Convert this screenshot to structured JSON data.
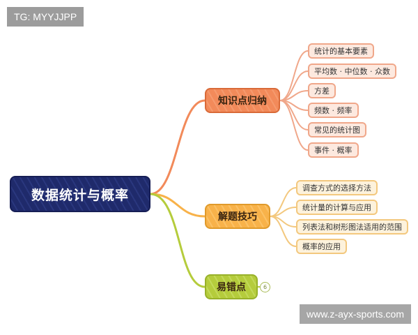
{
  "header_tag": "TG: MYYJJPP",
  "watermark": "www.z-ayx-sports.com",
  "colors": {
    "root": "#1f2a6b",
    "branch1": "#f28a5a",
    "branch2": "#f8b24a",
    "branch3": "#b5cc3c"
  },
  "mindmap": {
    "root": "数据统计与概率",
    "branches": [
      {
        "label": "知识点归纳",
        "children": [
          "统计的基本要素",
          "平均数 · 中位数 · 众数",
          "方差",
          "频数 · 频率",
          "常见的统计图",
          "事件 · 概率"
        ]
      },
      {
        "label": "解题技巧",
        "children": [
          "调查方式的选择方法",
          "统计量的计算与应用",
          "列表法和树形图法适用的范围",
          "概率的应用"
        ]
      },
      {
        "label": "易错点",
        "collapsed_count": "6",
        "children": []
      }
    ]
  }
}
